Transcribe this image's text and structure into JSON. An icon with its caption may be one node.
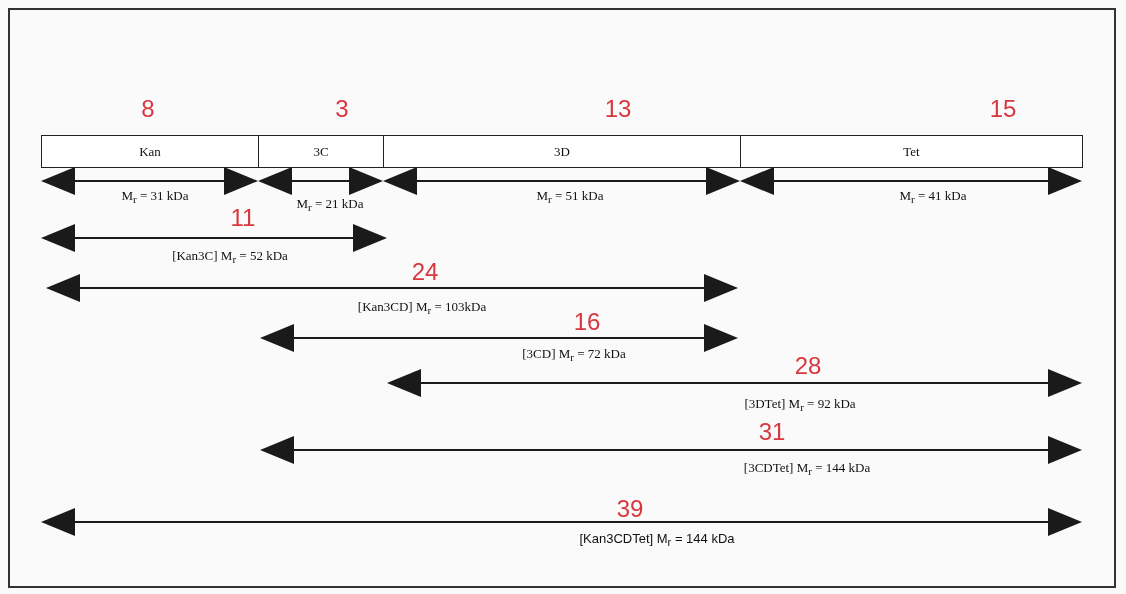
{
  "diagram": {
    "nodes": [
      {
        "text": [
          "Kan"
        ],
        "beside": [
          "8"
        ]
      },
      {
        "text": [
          "3C"
        ],
        "beside": [
          "3"
        ]
      },
      {
        "text": [
          "3D"
        ],
        "beside": [
          "13"
        ]
      },
      {
        "text": [
          "Tet"
        ],
        "beside": [
          "15"
        ]
      }
    ],
    "labels": [
      "M$_{r}$ = 31 kDa",
      "M$_{r}$ = 21 kDa",
      "M$_{r}$ = 51 kDa",
      "M$_{r}$ = 41 kDa",
      "11",
      "[Kan3C] M$_{r}$ = 52 kDa",
      "24",
      "[Kan3CD] M$_{r}$ = 103kDa",
      "16",
      "[3CD] M$_{r}$ = 72 kDa",
      "28",
      "[3DTet] M$_{r}$ = 92 kDa",
      "31",
      "[3CDTet] M$_{r}$ = 144 kDa",
      "39",
      "[Kan3CDTet] M$_{r}$ = 144 kDa"
    ]
  }
}
